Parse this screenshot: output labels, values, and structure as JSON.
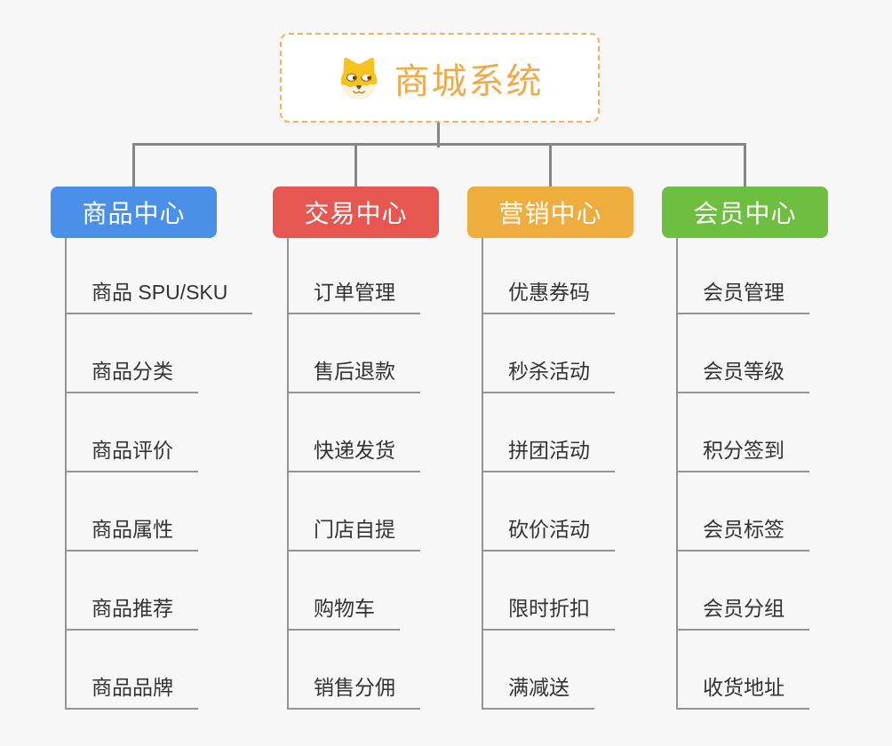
{
  "canvas": {
    "background": "#f7f7f7"
  },
  "root": {
    "title": "商城系统",
    "title_color": "#f0aa4a",
    "border_color": "#efb45c",
    "icon": "dog-face-icon"
  },
  "branches": [
    {
      "label": "商品中心",
      "color": "#4a8fe8",
      "children": [
        "商品 SPU/SKU",
        "商品分类",
        "商品评价",
        "商品属性",
        "商品推荐",
        "商品品牌"
      ]
    },
    {
      "label": "交易中心",
      "color": "#e65752",
      "children": [
        "订单管理",
        "售后退款",
        "快递发货",
        "门店自提",
        "购物车",
        "销售分佣"
      ]
    },
    {
      "label": "营销中心",
      "color": "#efad3d",
      "children": [
        "优惠券码",
        "秒杀活动",
        "拼团活动",
        "砍价活动",
        "限时折扣",
        "满减送"
      ]
    },
    {
      "label": "会员中心",
      "color": "#6dbe41",
      "children": [
        "会员管理",
        "会员等级",
        "积分签到",
        "会员标签",
        "会员分组",
        "收货地址"
      ]
    }
  ],
  "lines": {
    "trunk_color": "#868686",
    "child_color": "#949494"
  }
}
